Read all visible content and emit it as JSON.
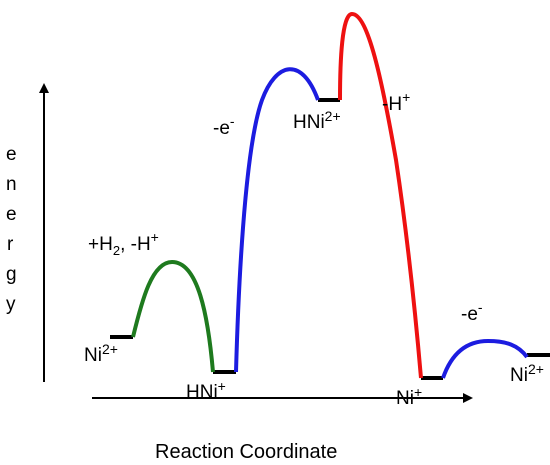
{
  "axes": {
    "y_letters": [
      "e",
      "n",
      "e",
      "r",
      "g",
      "y"
    ],
    "x_label": "Reaction Coordinate"
  },
  "species": {
    "s1": {
      "base": "Ni",
      "sup": "2+"
    },
    "s2": {
      "base": "HNi",
      "sup": "+"
    },
    "s3": {
      "base": "HNi",
      "sup": "2+"
    },
    "s4": {
      "base": "Ni",
      "sup": "+"
    },
    "s5": {
      "base": "Ni",
      "sup": "2+"
    }
  },
  "steps": {
    "a": {
      "t1": "+H",
      "sub": "2",
      "t2": ", -H",
      "sup": "+"
    },
    "b": {
      "t": "-e",
      "sup": "-"
    },
    "c": {
      "t": "-H",
      "sup": "+"
    },
    "d": {
      "t": "-e",
      "sup": "-"
    }
  },
  "colors": {
    "green": "#1e7a1e",
    "blue": "#1c1ce0",
    "red": "#ee1111",
    "black": "#000000"
  }
}
